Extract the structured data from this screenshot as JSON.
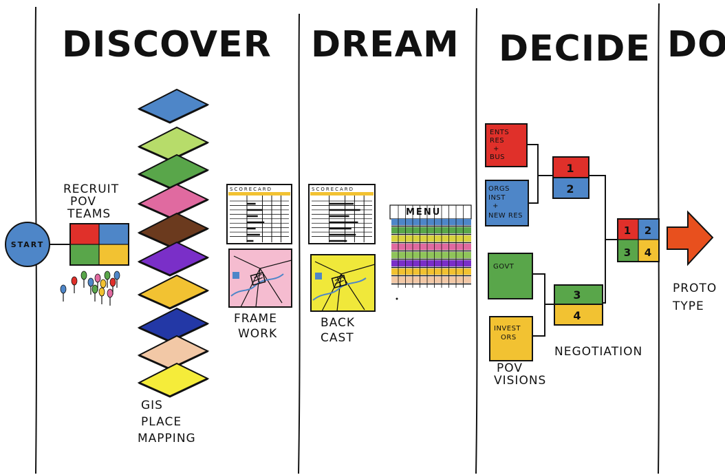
{
  "phases": [
    "DISCOVER",
    "DREAM",
    "DECIDE",
    "DO"
  ],
  "discover": {
    "start": "START",
    "recruit": [
      "RECRUIT",
      "POV",
      "TEAMS"
    ],
    "gis": [
      "GIS",
      "PLACE",
      "MAPPING"
    ],
    "scorecard": "SCORECARD",
    "framework": [
      "FRAME",
      "WORK"
    ],
    "layer_colors": [
      "#4e86c8",
      "#b7dc6a",
      "#59a64a",
      "#e06aa0",
      "#6b3a1e",
      "#7a2fc8",
      "#f2c232",
      "#2338a6",
      "#f2c8a6",
      "#f5ec3a"
    ]
  },
  "dream": {
    "scorecard": "SCORECARD",
    "backcast": [
      "BACK",
      "CAST"
    ],
    "menu": "MENU",
    "menu_rows": [
      "#4e86c8",
      "#59a64a",
      "#d8d340",
      "#e06aa0",
      "#8fc45a",
      "#7a2fc8",
      "#f2c232",
      "#f2c8a6"
    ]
  },
  "decide": {
    "ents": [
      "ENTS",
      "RES",
      "+",
      "BUS"
    ],
    "orgs": [
      "ORGS",
      "INST",
      "+",
      "NEW RES"
    ],
    "govt": "GOVT",
    "investors": [
      "INVEST",
      "ORS"
    ],
    "pov_visions": [
      "POV",
      "VISIONS"
    ],
    "negotiation": "NEGOTIATION",
    "n1": "1",
    "n2": "2",
    "n3": "3",
    "n4": "4"
  },
  "do": {
    "prototype": [
      "PROTO",
      "TYPE"
    ]
  }
}
